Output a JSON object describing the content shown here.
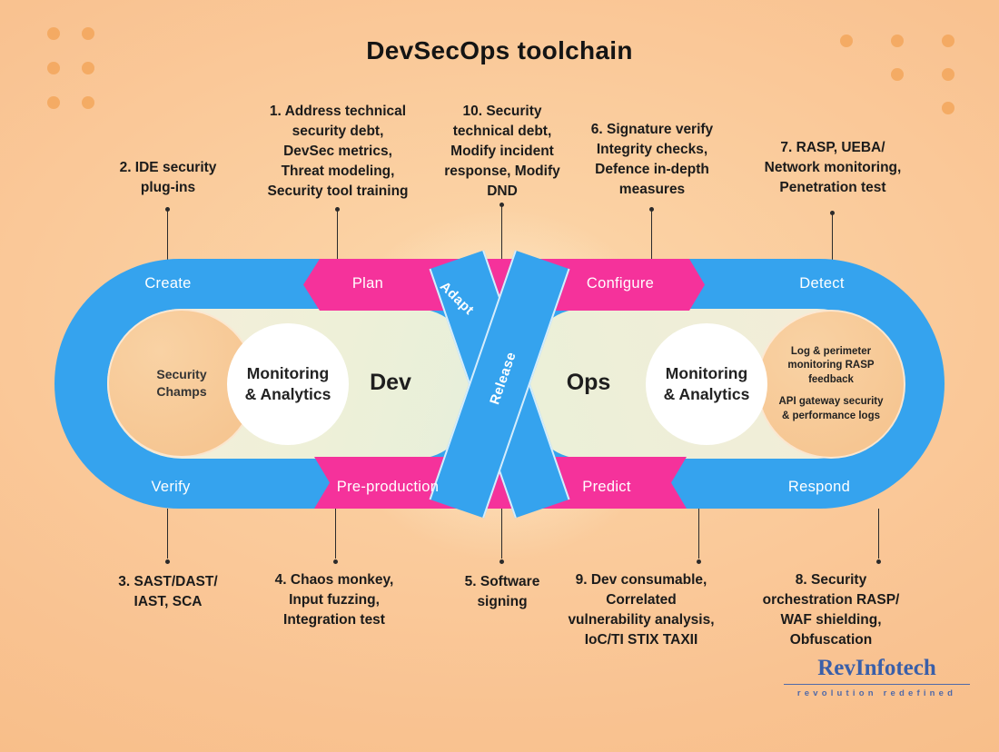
{
  "title": "DevSecOps toolchain",
  "colors": {
    "blue": "#35a3ee",
    "pink": "#f5329b",
    "cream": "#f1efda",
    "peach_circle": "#f5c28c",
    "background": "#f9c392",
    "text_dark": "#1b1b1b",
    "logo_blue": "#3a5fa9"
  },
  "loop": {
    "left": {
      "create": "Create",
      "plan": "Plan",
      "verify": "Verify",
      "pre_production": "Pre-production",
      "security_champs": "Security\nChamps",
      "monitoring": "Monitoring\n& Analytics",
      "core": "Dev"
    },
    "center": {
      "adapt": "Adapt",
      "release": "Release"
    },
    "right": {
      "configure": "Configure",
      "detect": "Detect",
      "predict": "Predict",
      "respond": "Respond",
      "monitoring": "Monitoring\n& Analytics",
      "core": "Ops",
      "log_feedback": "Log & perimeter\nmonitoring RASP\nfeedback",
      "api_gateway": "API gateway security\n& performance logs"
    }
  },
  "callouts": {
    "top": [
      {
        "text": "2. IDE security\nplug-ins"
      },
      {
        "text": "1. Address technical\nsecurity debt,\nDevSec metrics,\nThreat modeling,\nSecurity tool training"
      },
      {
        "text": "10. Security\ntechnical debt,\nModify incident\nresponse, Modify\nDND"
      },
      {
        "text": "6. Signature verify\nIntegrity checks,\nDefence in-depth\nmeasures"
      },
      {
        "text": "7. RASP, UEBA/\nNetwork monitoring,\nPenetration test"
      }
    ],
    "bottom": [
      {
        "text": "3. SAST/DAST/\nIAST, SCA"
      },
      {
        "text": "4. Chaos monkey,\nInput fuzzing,\nIntegration test"
      },
      {
        "text": "5. Software\nsigning"
      },
      {
        "text": "9. Dev consumable,\nCorrelated\nvulnerability analysis,\nIoC/TI STIX TAXII"
      },
      {
        "text": "8. Security\norchestration RASP/\nWAF shielding,\nObfuscation"
      }
    ]
  },
  "logo": {
    "name": "RevInfotech",
    "tagline": "revolution redefined"
  }
}
